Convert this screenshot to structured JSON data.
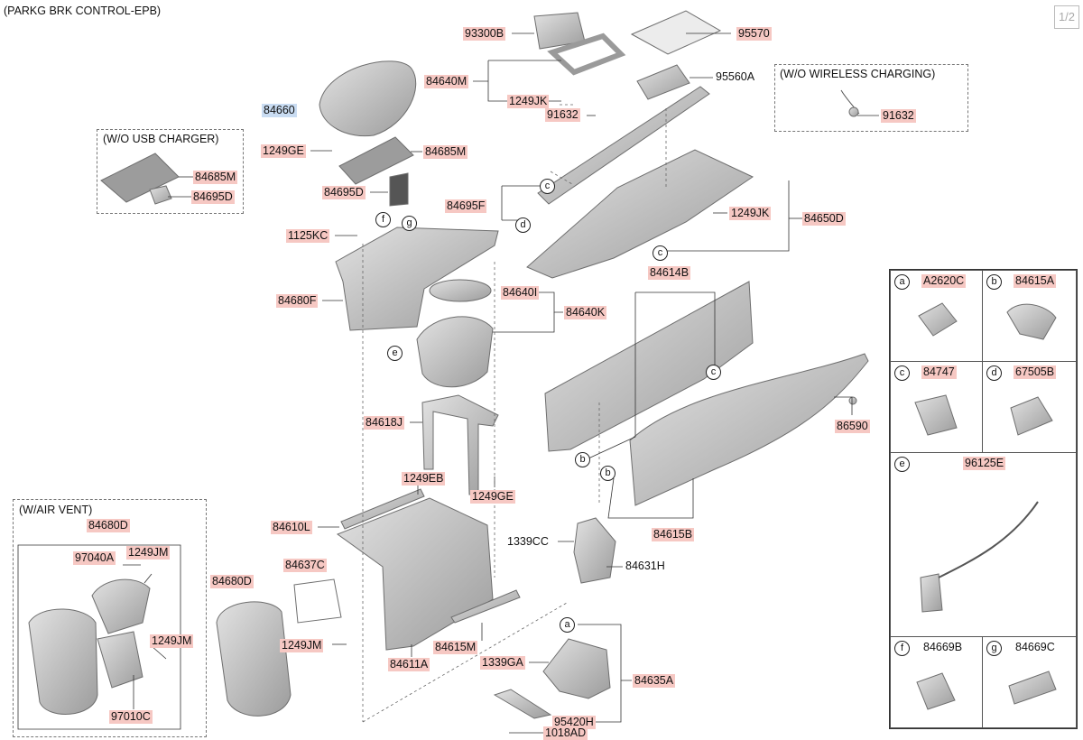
{
  "header": {
    "title": "(PARKG BRK CONTROL-EPB)",
    "page": "1/2"
  },
  "groups": {
    "usb": "(W/O USB CHARGER)",
    "wireless": "(W/O WIRELESS CHARGING)",
    "airvent": "(W/AIR VENT)"
  },
  "colors": {
    "part_label_bg": "#f6c8c3",
    "selected_label_bg": "#c9dcf2",
    "part_fill": "#c8c8c8",
    "part_stroke": "#6e6e6e"
  },
  "labels": [
    {
      "text": "93300B",
      "s": "pk"
    },
    {
      "text": "95570",
      "s": "pk"
    },
    {
      "text": "84640M",
      "s": "pk"
    },
    {
      "text": "1249JK",
      "s": "pk"
    },
    {
      "text": "95560A",
      "s": "plain"
    },
    {
      "text": "91632",
      "s": "pk"
    },
    {
      "text": "84660",
      "s": "sel"
    },
    {
      "text": "91632",
      "s": "pk"
    },
    {
      "text": "1249GE",
      "s": "pk"
    },
    {
      "text": "84685M",
      "s": "pk"
    },
    {
      "text": "84685M",
      "s": "pk"
    },
    {
      "text": "84695D",
      "s": "pk"
    },
    {
      "text": "84695D",
      "s": "pk"
    },
    {
      "text": "84695F",
      "s": "pk"
    },
    {
      "text": "1249JK",
      "s": "pk"
    },
    {
      "text": "84650D",
      "s": "pk"
    },
    {
      "text": "1125KC",
      "s": "pk"
    },
    {
      "text": "84680F",
      "s": "pk"
    },
    {
      "text": "84640I",
      "s": "pk"
    },
    {
      "text": "84640K",
      "s": "pk"
    },
    {
      "text": "84614B",
      "s": "pk"
    },
    {
      "text": "84618J",
      "s": "pk"
    },
    {
      "text": "1249GE",
      "s": "pk"
    },
    {
      "text": "1249EB",
      "s": "pk"
    },
    {
      "text": "84610L",
      "s": "pk"
    },
    {
      "text": "84637C",
      "s": "pk"
    },
    {
      "text": "1249JM",
      "s": "pk"
    },
    {
      "text": "84611A",
      "s": "pk"
    },
    {
      "text": "84615M",
      "s": "pk"
    },
    {
      "text": "86590",
      "s": "pk"
    },
    {
      "text": "84615B",
      "s": "pk"
    },
    {
      "text": "1339CC",
      "s": "plain"
    },
    {
      "text": "84631H",
      "s": "plain"
    },
    {
      "text": "1339GA",
      "s": "pk"
    },
    {
      "text": "84635A",
      "s": "pk"
    },
    {
      "text": "95420H",
      "s": "pk"
    },
    {
      "text": "1018AD",
      "s": "pk"
    },
    {
      "text": "84680D",
      "s": "pk"
    },
    {
      "text": "84680D",
      "s": "pk"
    },
    {
      "text": "97040A",
      "s": "pk"
    },
    {
      "text": "1249JM",
      "s": "pk"
    },
    {
      "text": "1249JM",
      "s": "pk"
    },
    {
      "text": "97010C",
      "s": "pk"
    }
  ],
  "callouts": [
    {
      "letter": "c"
    },
    {
      "letter": "d"
    },
    {
      "letter": "c"
    },
    {
      "letter": "f"
    },
    {
      "letter": "g"
    },
    {
      "letter": "e"
    },
    {
      "letter": "c"
    },
    {
      "letter": "b"
    },
    {
      "letter": "b"
    },
    {
      "letter": "a"
    }
  ],
  "legend": [
    {
      "letter": "a",
      "code": "A2620C",
      "s": "pk"
    },
    {
      "letter": "b",
      "code": "84615A",
      "s": "pk"
    },
    {
      "letter": "c",
      "code": "84747",
      "s": "pk"
    },
    {
      "letter": "d",
      "code": "67505B",
      "s": "pk"
    },
    {
      "letter": "e",
      "code": "96125E",
      "s": "pk"
    },
    {
      "letter": "f",
      "code": "84669B",
      "s": "plain"
    },
    {
      "letter": "g",
      "code": "84669C",
      "s": "plain"
    }
  ]
}
